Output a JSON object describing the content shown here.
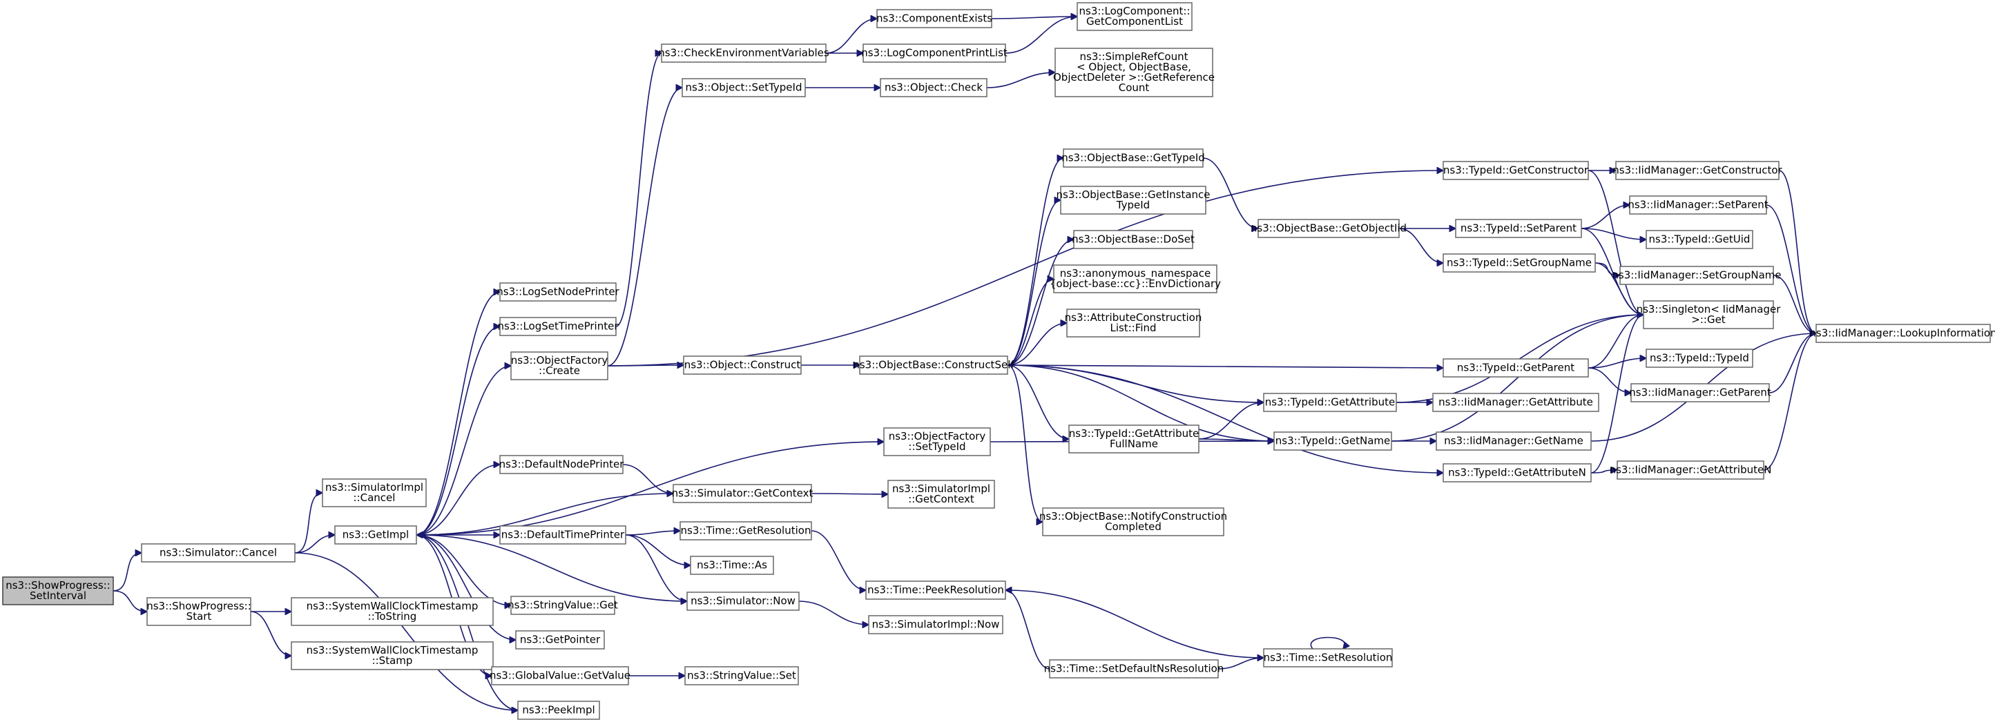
{
  "diagram": {
    "nodes": [
      {
        "id": "root",
        "lines": [
          "ns3::ShowProgress::",
          "SetInterval"
        ],
        "root": true
      },
      {
        "id": "simcancel",
        "lines": [
          "ns3::Simulator::Cancel"
        ]
      },
      {
        "id": "spstart",
        "lines": [
          "ns3::ShowProgress::",
          "Start"
        ]
      },
      {
        "id": "simimplcancel",
        "lines": [
          "ns3::SimulatorImpl",
          "::Cancel"
        ]
      },
      {
        "id": "getimpl",
        "lines": [
          "ns3::GetImpl"
        ]
      },
      {
        "id": "swcts",
        "lines": [
          "ns3::SystemWallClockTimestamp",
          "::ToString"
        ]
      },
      {
        "id": "swcstamp",
        "lines": [
          "ns3::SystemWallClockTimestamp",
          "::Stamp"
        ]
      },
      {
        "id": "logsetnode",
        "lines": [
          "ns3::LogSetNodePrinter"
        ]
      },
      {
        "id": "logsettime",
        "lines": [
          "ns3::LogSetTimePrinter"
        ]
      },
      {
        "id": "ofcreate",
        "lines": [
          "ns3::ObjectFactory",
          "::Create"
        ]
      },
      {
        "id": "defnode",
        "lines": [
          "ns3::DefaultNodePrinter"
        ]
      },
      {
        "id": "deftime",
        "lines": [
          "ns3::DefaultTimePrinter"
        ]
      },
      {
        "id": "svget",
        "lines": [
          "ns3::StringValue::Get"
        ]
      },
      {
        "id": "getptr",
        "lines": [
          "ns3::GetPointer"
        ]
      },
      {
        "id": "gvget",
        "lines": [
          "ns3::GlobalValue::GetValue"
        ]
      },
      {
        "id": "peekimpl",
        "lines": [
          "ns3::PeekImpl"
        ]
      },
      {
        "id": "checkenv",
        "lines": [
          "ns3::CheckEnvironmentVariables"
        ]
      },
      {
        "id": "objsettid",
        "lines": [
          "ns3::Object::SetTypeId"
        ]
      },
      {
        "id": "objconstruct",
        "lines": [
          "ns3::Object::Construct"
        ]
      },
      {
        "id": "simgetctx",
        "lines": [
          "ns3::Simulator::GetContext"
        ]
      },
      {
        "id": "timegetres",
        "lines": [
          "ns3::Time::GetResolution"
        ]
      },
      {
        "id": "timeas",
        "lines": [
          "ns3::Time::As"
        ]
      },
      {
        "id": "simnow",
        "lines": [
          "ns3::Simulator::Now"
        ]
      },
      {
        "id": "svset",
        "lines": [
          "ns3::StringValue::Set"
        ]
      },
      {
        "id": "compexists",
        "lines": [
          "ns3::ComponentExists"
        ]
      },
      {
        "id": "logprintlist",
        "lines": [
          "ns3::LogComponentPrintList"
        ]
      },
      {
        "id": "objcheck",
        "lines": [
          "ns3::Object::Check"
        ]
      },
      {
        "id": "ofsettid",
        "lines": [
          "ns3::ObjectFactory",
          "::SetTypeId"
        ]
      },
      {
        "id": "simimplgetctx",
        "lines": [
          "ns3::SimulatorImpl",
          "::GetContext"
        ]
      },
      {
        "id": "timepeekres",
        "lines": [
          "ns3::Time::PeekResolution"
        ]
      },
      {
        "id": "simimplnow",
        "lines": [
          "ns3::SimulatorImpl::Now"
        ]
      },
      {
        "id": "logcompget",
        "lines": [
          "ns3::LogComponent::",
          "GetComponentList"
        ]
      },
      {
        "id": "srcget",
        "lines": [
          "ns3::SimpleRefCount",
          "< Object, ObjectBase,",
          " ObjectDeleter >::GetReference",
          "Count"
        ]
      },
      {
        "id": "obgettid",
        "lines": [
          "ns3::ObjectBase::GetTypeId"
        ]
      },
      {
        "id": "obgetinst",
        "lines": [
          "ns3::ObjectBase::GetInstance",
          "TypeId"
        ]
      },
      {
        "id": "obdoset",
        "lines": [
          "ns3::ObjectBase::DoSet"
        ]
      },
      {
        "id": "anonenv",
        "lines": [
          "ns3::anonymous_namespace",
          "{object-base::cc}::EnvDictionary"
        ]
      },
      {
        "id": "attrfind",
        "lines": [
          "ns3::AttributeConstruction",
          "List::Find"
        ]
      },
      {
        "id": "obconstructself",
        "lines": [
          "ns3::ObjectBase::ConstructSelf"
        ]
      },
      {
        "id": "tidgetattrfull",
        "lines": [
          "ns3::TypeId::GetAttribute",
          "FullName"
        ]
      },
      {
        "id": "obnotify",
        "lines": [
          "ns3::ObjectBase::NotifyConstruction",
          "Completed"
        ]
      },
      {
        "id": "timesetdefns",
        "lines": [
          "ns3::Time::SetDefaultNsResolution"
        ]
      },
      {
        "id": "obgetoiid",
        "lines": [
          "ns3::ObjectBase::GetObjectIid"
        ]
      },
      {
        "id": "tidgetattr",
        "lines": [
          "ns3::TypeId::GetAttribute"
        ]
      },
      {
        "id": "tidgetname",
        "lines": [
          "ns3::TypeId::GetName"
        ]
      },
      {
        "id": "timesetres",
        "lines": [
          "ns3::Time::SetResolution"
        ]
      },
      {
        "id": "tidgetctor",
        "lines": [
          "ns3::TypeId::GetConstructor"
        ]
      },
      {
        "id": "tidsetparent",
        "lines": [
          "ns3::TypeId::SetParent"
        ]
      },
      {
        "id": "tidsetgroup",
        "lines": [
          "ns3::TypeId::SetGroupName"
        ]
      },
      {
        "id": "tidgetparent",
        "lines": [
          "ns3::TypeId::GetParent"
        ]
      },
      {
        "id": "tidgetattrn",
        "lines": [
          "ns3::TypeId::GetAttributeN"
        ]
      },
      {
        "id": "singleton",
        "lines": [
          "ns3::Singleton< IidManager",
          " >::Get"
        ]
      },
      {
        "id": "iidgetattr",
        "lines": [
          "ns3::IidManager::GetAttribute"
        ]
      },
      {
        "id": "iidgetname",
        "lines": [
          "ns3::IidManager::GetName"
        ]
      },
      {
        "id": "iidgetattrn",
        "lines": [
          "ns3::IidManager::GetAttributeN"
        ]
      },
      {
        "id": "iidgetctor",
        "lines": [
          "ns3::IidManager::GetConstructor"
        ]
      },
      {
        "id": "iidsetparent",
        "lines": [
          "ns3::IidManager::SetParent"
        ]
      },
      {
        "id": "tidgetuid",
        "lines": [
          "ns3::TypeId::GetUid"
        ]
      },
      {
        "id": "iidsetgroup",
        "lines": [
          "ns3::IidManager::SetGroupName"
        ]
      },
      {
        "id": "tidtypeid",
        "lines": [
          "ns3::TypeId::TypeId"
        ]
      },
      {
        "id": "iidgetparent",
        "lines": [
          "ns3::IidManager::GetParent"
        ]
      },
      {
        "id": "iidlookup",
        "lines": [
          "ns3::IidManager::LookupInformation"
        ]
      }
    ],
    "edges": [
      [
        "root",
        "simcancel"
      ],
      [
        "root",
        "spstart"
      ],
      [
        "simcancel",
        "simimplcancel"
      ],
      [
        "simcancel",
        "getimpl"
      ],
      [
        "simcancel",
        "peekimpl"
      ],
      [
        "spstart",
        "swcts"
      ],
      [
        "spstart",
        "swcstamp"
      ],
      [
        "getimpl",
        "logsetnode"
      ],
      [
        "getimpl",
        "logsettime"
      ],
      [
        "getimpl",
        "ofcreate"
      ],
      [
        "getimpl",
        "defnode"
      ],
      [
        "getimpl",
        "deftime"
      ],
      [
        "getimpl",
        "svget"
      ],
      [
        "getimpl",
        "getptr"
      ],
      [
        "getimpl",
        "gvget"
      ],
      [
        "getimpl",
        "peekimpl"
      ],
      [
        "getimpl",
        "simnow"
      ],
      [
        "getimpl",
        "ofsettid"
      ],
      [
        "logsettime",
        "checkenv"
      ],
      [
        "ofcreate",
        "objsettid"
      ],
      [
        "ofcreate",
        "objconstruct"
      ],
      [
        "ofcreate",
        "tidgetctor"
      ],
      [
        "defnode",
        "simgetctx"
      ],
      [
        "deftime",
        "timegetres"
      ],
      [
        "deftime",
        "timeas"
      ],
      [
        "deftime",
        "simnow"
      ],
      [
        "gvget",
        "svset"
      ],
      [
        "simgetctx",
        "getimpl"
      ],
      [
        "simgetctx",
        "simimplgetctx"
      ],
      [
        "checkenv",
        "compexists"
      ],
      [
        "checkenv",
        "logprintlist"
      ],
      [
        "compexists",
        "logcompget"
      ],
      [
        "logprintlist",
        "logcompget"
      ],
      [
        "objsettid",
        "objcheck"
      ],
      [
        "objcheck",
        "srcget"
      ],
      [
        "objconstruct",
        "obconstructself"
      ],
      [
        "timegetres",
        "timepeekres"
      ],
      [
        "simnow",
        "simimplnow"
      ],
      [
        "ofsettid",
        "tidgetname"
      ],
      [
        "obconstructself",
        "obgettid"
      ],
      [
        "obconstructself",
        "obgetinst"
      ],
      [
        "obconstructself",
        "obdoset"
      ],
      [
        "obconstructself",
        "anonenv"
      ],
      [
        "obconstructself",
        "attrfind"
      ],
      [
        "obconstructself",
        "tidgetattrfull"
      ],
      [
        "obconstructself",
        "obnotify"
      ],
      [
        "obconstructself",
        "tidgetattr"
      ],
      [
        "obconstructself",
        "tidgetname"
      ],
      [
        "obconstructself",
        "tidgetparent"
      ],
      [
        "obconstructself",
        "tidgetattrn"
      ],
      [
        "obgettid",
        "obgetoiid"
      ],
      [
        "obgetoiid",
        "tidsetparent"
      ],
      [
        "obgetoiid",
        "tidsetgroup"
      ],
      [
        "tidgetattrfull",
        "tidgetattr"
      ],
      [
        "tidgetattrfull",
        "tidgetname"
      ],
      [
        "tidgetattr",
        "iidgetattr"
      ],
      [
        "tidgetattr",
        "singleton"
      ],
      [
        "tidgetname",
        "iidgetname"
      ],
      [
        "tidgetname",
        "singleton"
      ],
      [
        "timesetdefns",
        "timesetres"
      ],
      [
        "timesetdefns",
        "timepeekres"
      ],
      [
        "timesetres",
        "timepeekres"
      ],
      [
        "timesetres",
        "timesetres"
      ],
      [
        "tidgetctor",
        "iidgetctor"
      ],
      [
        "tidgetctor",
        "singleton"
      ],
      [
        "tidsetparent",
        "iidsetparent"
      ],
      [
        "tidsetparent",
        "tidgetuid"
      ],
      [
        "tidsetparent",
        "singleton"
      ],
      [
        "tidsetgroup",
        "iidsetgroup"
      ],
      [
        "tidsetgroup",
        "singleton"
      ],
      [
        "tidgetparent",
        "tidtypeid"
      ],
      [
        "tidgetparent",
        "iidgetparent"
      ],
      [
        "tidgetparent",
        "singleton"
      ],
      [
        "tidgetattrn",
        "iidgetattrn"
      ],
      [
        "tidgetattrn",
        "singleton"
      ],
      [
        "iidgetctor",
        "iidlookup"
      ],
      [
        "iidsetparent",
        "iidlookup"
      ],
      [
        "iidsetgroup",
        "iidlookup"
      ],
      [
        "iidgetparent",
        "iidlookup"
      ],
      [
        "iidgetname",
        "iidlookup"
      ],
      [
        "iidgetattrn",
        "iidlookup"
      ]
    ]
  }
}
